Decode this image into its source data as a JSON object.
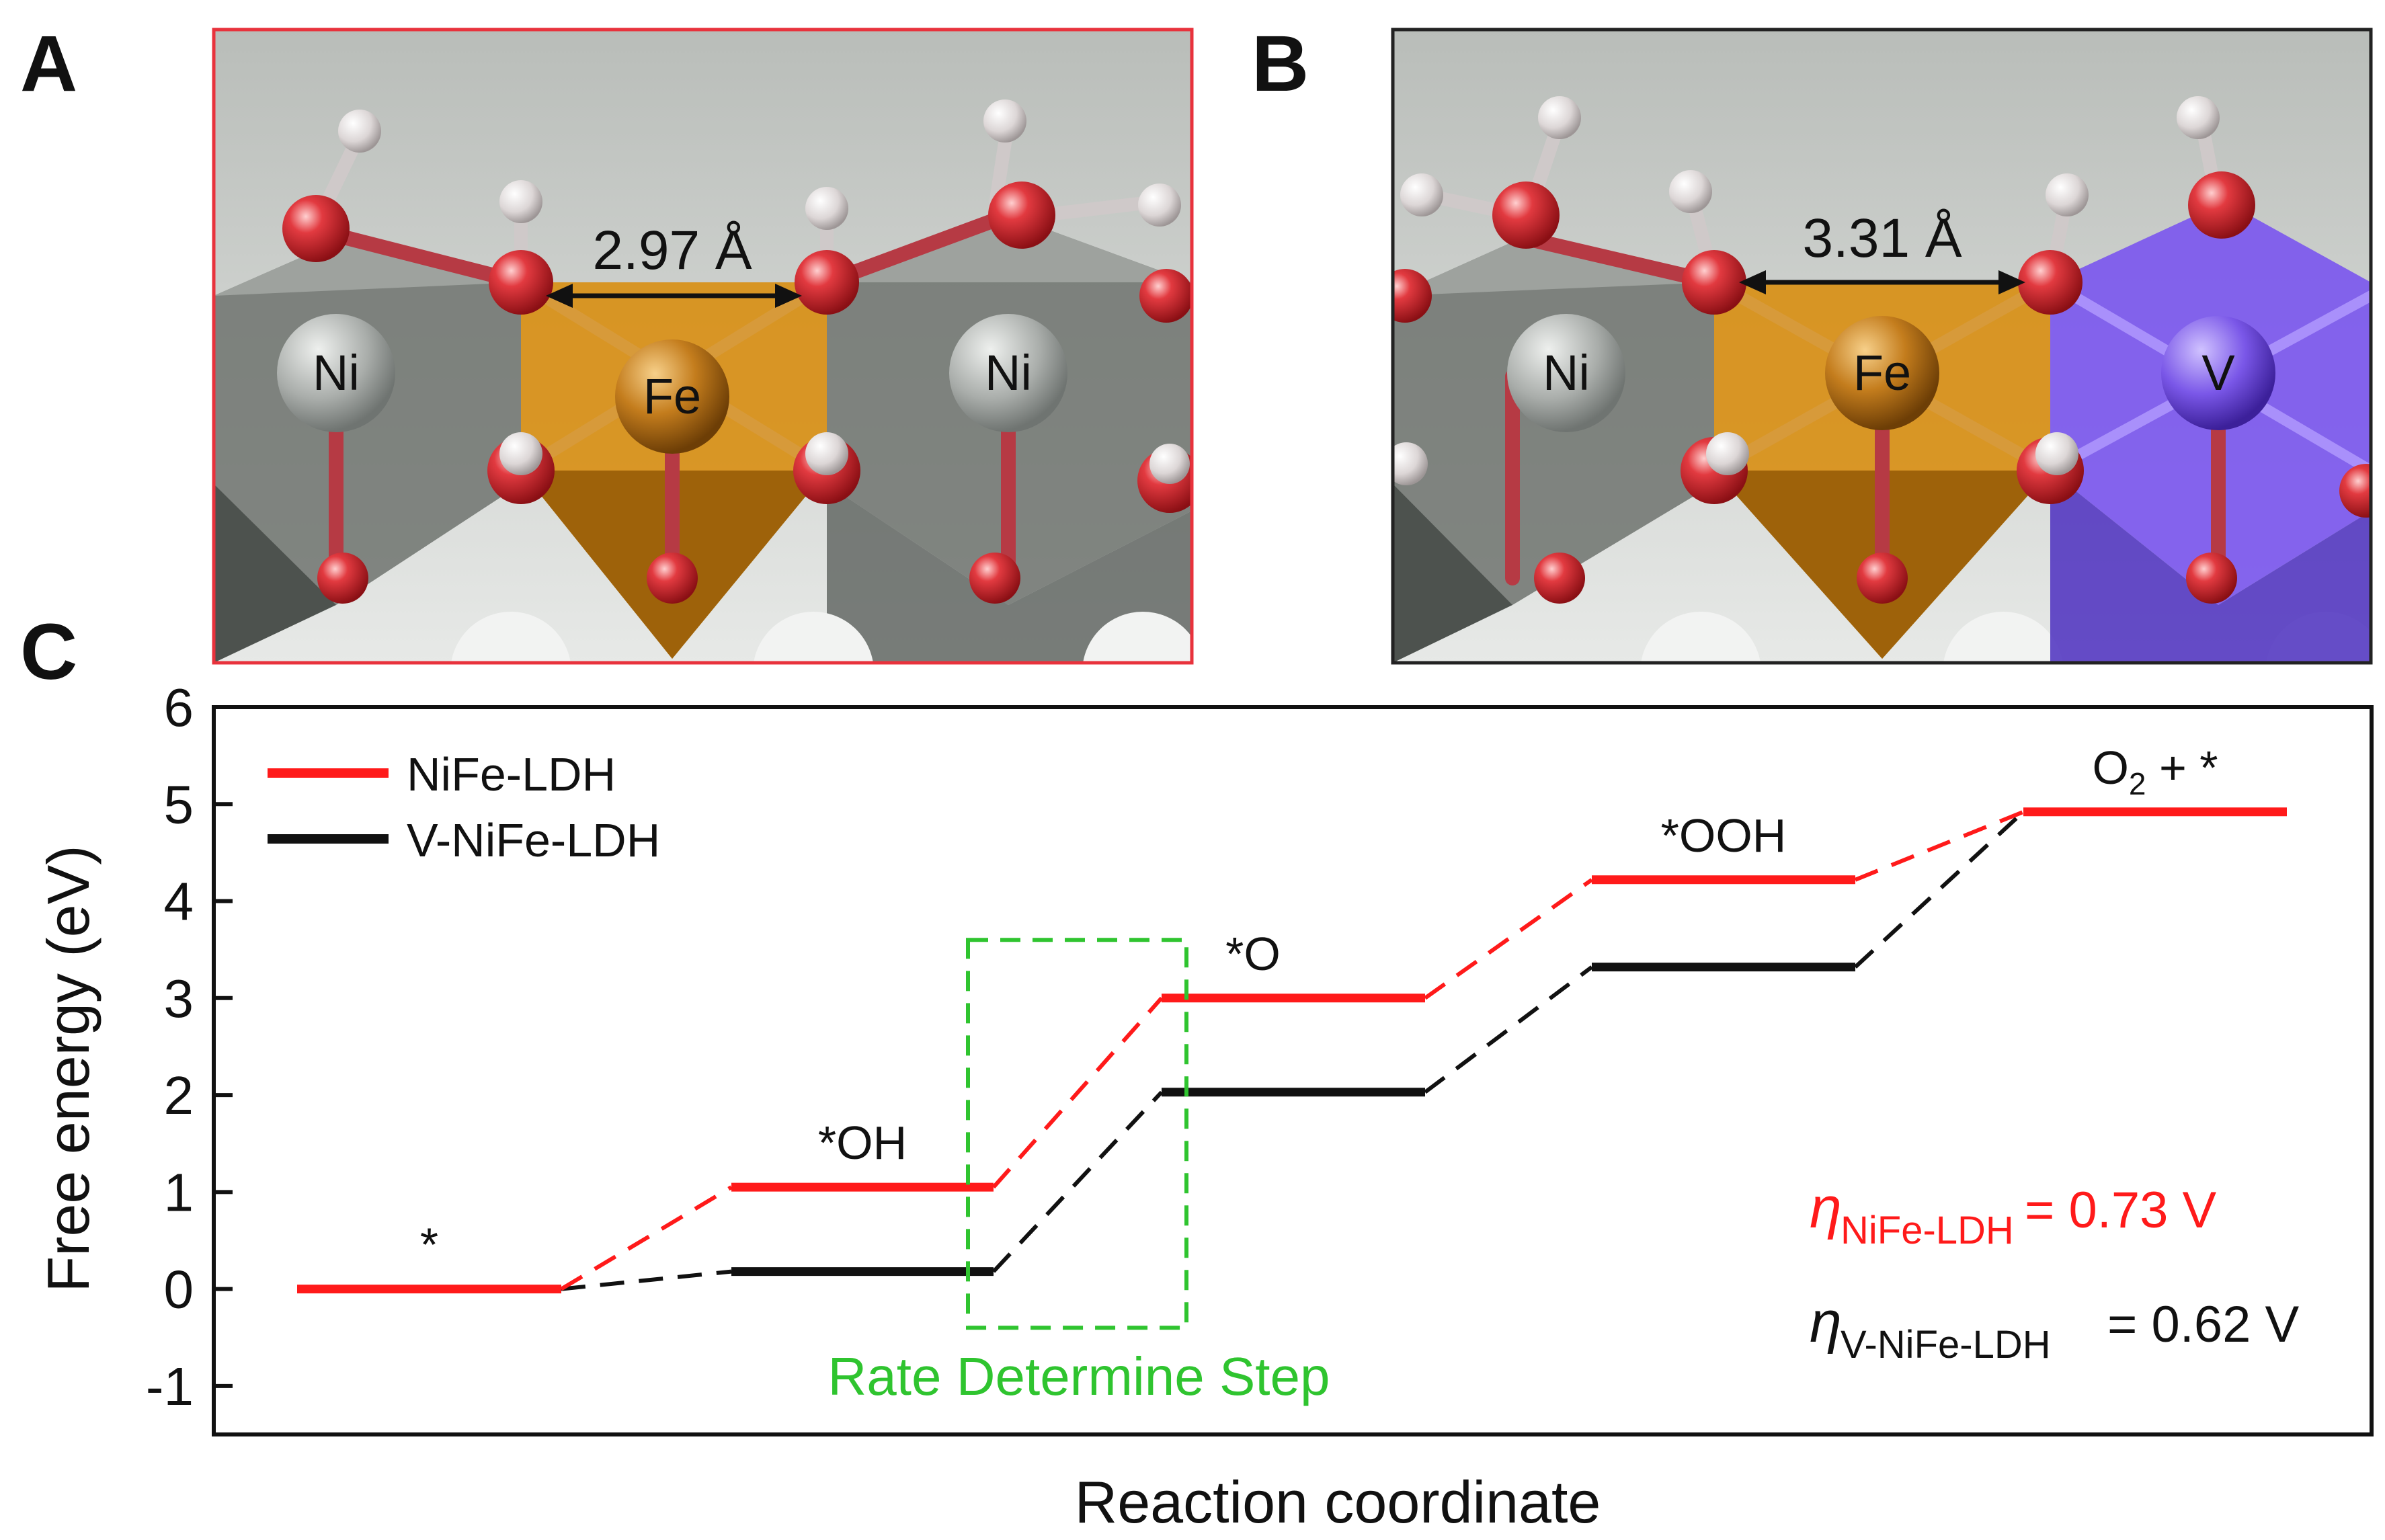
{
  "panels": {
    "a": {
      "label": "A",
      "distance_label": "2.97 Å",
      "atoms": [
        "Ni",
        "Fe",
        "Ni"
      ]
    },
    "b": {
      "label": "B",
      "distance_label": "3.31 Å",
      "atoms": [
        "Ni",
        "Fe",
        "V"
      ]
    },
    "c": {
      "label": "C"
    }
  },
  "colors": {
    "nife": "#ff1a1a",
    "vnife": "#111111",
    "rds": "#2fc42f",
    "panel_a_border": "#e8323c",
    "panel_b_border": "#222222",
    "oxygen": "#d8262e",
    "hydrogen": "#e6e0e0",
    "fe_poly": "#e09b18",
    "v_poly": "#7856ee",
    "ni_poly": "#8f9490"
  },
  "chart_data": {
    "type": "line",
    "xlabel": "Reaction coordinate",
    "ylabel": "Free energy (eV)",
    "ylim": [
      -1.5,
      6
    ],
    "yticks": [
      -1,
      0,
      1,
      2,
      3,
      4,
      5,
      6
    ],
    "legend_position": "top-left",
    "steps": [
      "*",
      "*OH",
      "*O",
      "*OOH",
      "O2 + *"
    ],
    "series": [
      {
        "name": "NiFe-LDH",
        "values": [
          0,
          1.05,
          3.0,
          4.22,
          4.92
        ]
      },
      {
        "name": "V-NiFe-LDH",
        "values": [
          0,
          0.18,
          2.03,
          3.32,
          4.92
        ]
      }
    ],
    "annotations": {
      "rds_label": "Rate Determine Step",
      "rds_box_y": [
        -0.4,
        3.6
      ],
      "eta_symbol": "η",
      "eta_nife_sub": "NiFe-LDH",
      "eta_nife_value": "= 0.73 V",
      "eta_vnife_sub": "V-NiFe-LDH",
      "eta_vnife_value": "= 0.62 V"
    }
  }
}
